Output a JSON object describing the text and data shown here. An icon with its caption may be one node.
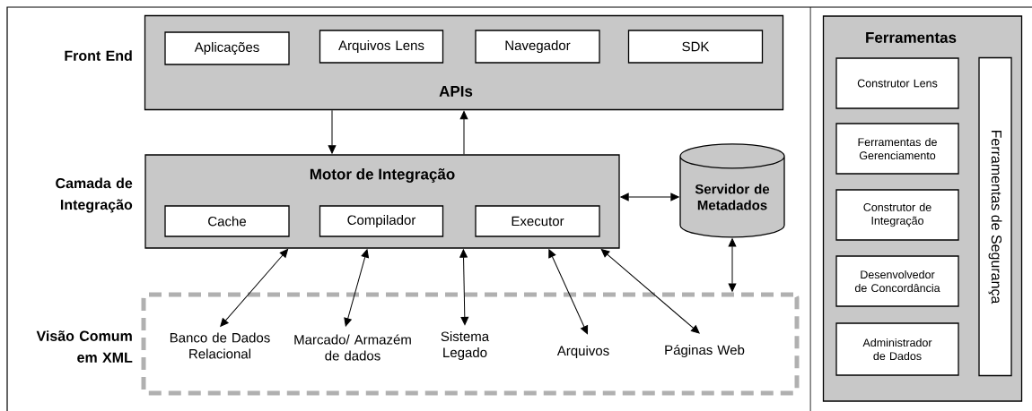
{
  "diagram": {
    "nodes": [
      {
        "text": [
          "APIs"
        ]
      },
      {
        "text": [
          "Aplicações"
        ],
        "in": 0
      },
      {
        "text": [
          "Arquivos Lens"
        ],
        "in": 0
      },
      {
        "text": [
          "Navegador"
        ],
        "in": 0
      },
      {
        "text": [
          "SDK"
        ],
        "in": 0
      },
      {
        "text": [
          "Motor de Integração"
        ]
      },
      {
        "text": [
          "Cache"
        ],
        "in": 5
      },
      {
        "text": [
          "Compilador"
        ],
        "in": 5
      },
      {
        "text": [
          "Executor"
        ],
        "in": 5
      },
      {
        "text": [
          "Servidor de Metadados"
        ]
      },
      {
        "text": [],
        "shape": "box"
      },
      {
        "text": [
          "Banco de Dados Relacional"
        ],
        "in": 10
      },
      {
        "text": [
          "Marcado/ Armazém de dados"
        ],
        "in": 10
      },
      {
        "text": [
          "Sistema Legado"
        ],
        "in": 10
      },
      {
        "text": [
          "Arquivos"
        ],
        "in": 10
      },
      {
        "text": [
          "Páginas Web"
        ],
        "in": 10
      },
      {
        "text": [
          "Ferramentas"
        ]
      },
      {
        "text": [
          "Construtor Lens"
        ],
        "in": 16
      },
      {
        "text": [
          "Ferramentas de Gerenciamento"
        ],
        "in": 16
      },
      {
        "text": [
          "Construtor de Integração"
        ],
        "in": 16
      },
      {
        "text": [
          "Desenvolvedor de Concordância"
        ],
        "in": 16
      },
      {
        "text": [
          "Administrador de Dados"
        ],
        "in": 16
      },
      {
        "text": [
          "Ferramentas de Segurança"
        ],
        "in": 16
      }
    ],
    "edges": [
      {
        "from": 0,
        "to": 5,
        "arrow": "to"
      },
      {
        "from": 5,
        "to": 0,
        "arrow": "to"
      },
      {
        "from": 5,
        "to": 9,
        "arrow": "both"
      },
      {
        "from": 5,
        "to": 11,
        "arrow": "both"
      },
      {
        "from": 5,
        "to": 12,
        "arrow": "both"
      },
      {
        "from": 5,
        "to": 13,
        "arrow": "both"
      },
      {
        "from": 5,
        "to": 14,
        "arrow": "both"
      },
      {
        "from": 5,
        "to": 15,
        "arrow": "both"
      },
      {
        "from": 9,
        "to": 10,
        "arrow": "both"
      }
    ],
    "labels": [
      "Front End",
      "Camada de Integração",
      "Visão Comum em XML"
    ]
  }
}
